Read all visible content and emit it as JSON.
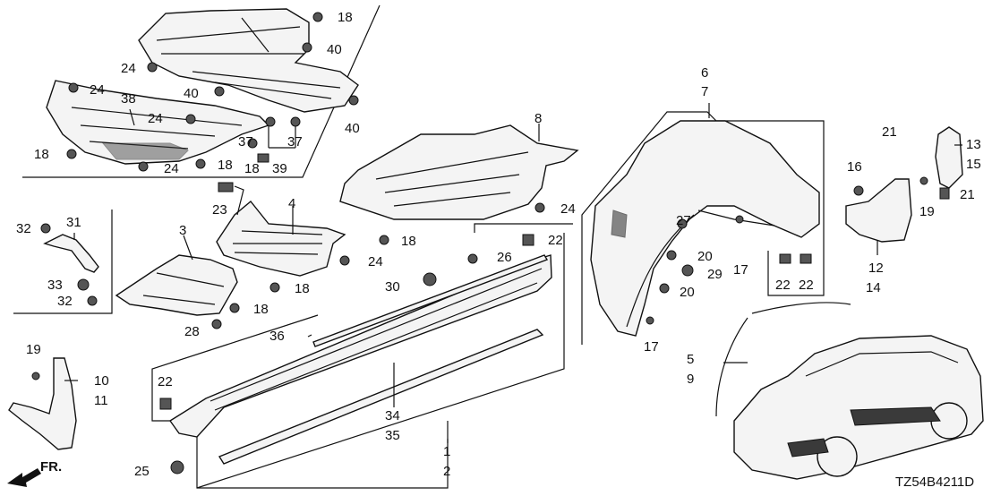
{
  "diagram": {
    "code": "TZ54B4211D",
    "direction": "FR.",
    "callouts": [
      {
        "id": "c1",
        "text": "1"
      },
      {
        "id": "c2",
        "text": "2"
      },
      {
        "id": "c3",
        "text": "3"
      },
      {
        "id": "c4",
        "text": "4"
      },
      {
        "id": "c5",
        "text": "5"
      },
      {
        "id": "c6",
        "text": "6"
      },
      {
        "id": "c7",
        "text": "7"
      },
      {
        "id": "c8",
        "text": "8"
      },
      {
        "id": "c9",
        "text": "9"
      },
      {
        "id": "c10",
        "text": "10"
      },
      {
        "id": "c11",
        "text": "11"
      },
      {
        "id": "c12",
        "text": "12"
      },
      {
        "id": "c13",
        "text": "13"
      },
      {
        "id": "c14",
        "text": "14"
      },
      {
        "id": "c15",
        "text": "15"
      },
      {
        "id": "c16",
        "text": "16"
      },
      {
        "id": "c17a",
        "text": "17"
      },
      {
        "id": "c17b",
        "text": "17"
      },
      {
        "id": "c18a",
        "text": "18"
      },
      {
        "id": "c18b",
        "text": "18"
      },
      {
        "id": "c18c",
        "text": "18"
      },
      {
        "id": "c18d",
        "text": "18"
      },
      {
        "id": "c18e",
        "text": "18"
      },
      {
        "id": "c18f",
        "text": "18"
      },
      {
        "id": "c18g",
        "text": "18"
      },
      {
        "id": "c19a",
        "text": "19"
      },
      {
        "id": "c19b",
        "text": "19"
      },
      {
        "id": "c20a",
        "text": "20"
      },
      {
        "id": "c20b",
        "text": "20"
      },
      {
        "id": "c21a",
        "text": "21"
      },
      {
        "id": "c21b",
        "text": "21"
      },
      {
        "id": "c22a",
        "text": "22"
      },
      {
        "id": "c22b",
        "text": "22"
      },
      {
        "id": "c22c",
        "text": "22"
      },
      {
        "id": "c22d",
        "text": "22"
      },
      {
        "id": "c23",
        "text": "23"
      },
      {
        "id": "c24a",
        "text": "24"
      },
      {
        "id": "c24b",
        "text": "24"
      },
      {
        "id": "c24c",
        "text": "24"
      },
      {
        "id": "c24d",
        "text": "24"
      },
      {
        "id": "c24e",
        "text": "24"
      },
      {
        "id": "c24f",
        "text": "24"
      },
      {
        "id": "c25",
        "text": "25"
      },
      {
        "id": "c26",
        "text": "26"
      },
      {
        "id": "c27",
        "text": "27"
      },
      {
        "id": "c28",
        "text": "28"
      },
      {
        "id": "c29",
        "text": "29"
      },
      {
        "id": "c30",
        "text": "30"
      },
      {
        "id": "c31",
        "text": "31"
      },
      {
        "id": "c32a",
        "text": "32"
      },
      {
        "id": "c32b",
        "text": "32"
      },
      {
        "id": "c33",
        "text": "33"
      },
      {
        "id": "c34",
        "text": "34"
      },
      {
        "id": "c35",
        "text": "35"
      },
      {
        "id": "c36",
        "text": "36"
      },
      {
        "id": "c37a",
        "text": "37"
      },
      {
        "id": "c37b",
        "text": "37"
      },
      {
        "id": "c38",
        "text": "38"
      },
      {
        "id": "c39",
        "text": "39"
      },
      {
        "id": "c40a",
        "text": "40"
      },
      {
        "id": "c40b",
        "text": "40"
      },
      {
        "id": "c40c",
        "text": "40"
      }
    ]
  }
}
